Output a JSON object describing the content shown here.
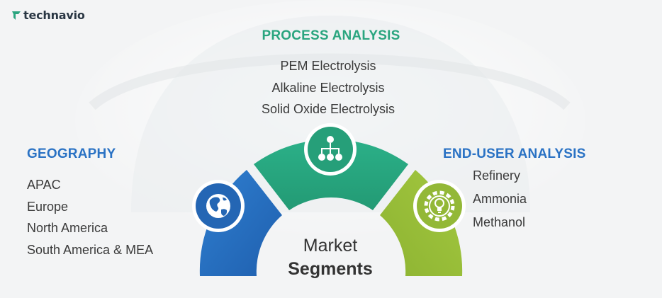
{
  "brand": {
    "logo_text": "technavio"
  },
  "segments": {
    "process": {
      "title": "PROCESS ANALYSIS",
      "items": [
        "PEM Electrolysis",
        "Alkaline Electrolysis",
        "Solid Oxide Electrolysis"
      ],
      "color": "#2aa57f",
      "icon": "hierarchy-icon"
    },
    "geography": {
      "title": "GEOGRAPHY",
      "items": [
        "APAC",
        "Europe",
        "North America",
        "South America & MEA"
      ],
      "color": "#2a72c4",
      "icon": "globe-icon"
    },
    "end_user": {
      "title": "END-USER ANALYSIS",
      "items": [
        "Refinery",
        "Ammonia",
        "Methanol"
      ],
      "color": "#9ac03a",
      "icon": "lightbulb-gear-icon"
    }
  },
  "center": {
    "line1": "Market",
    "line2": "Segments"
  }
}
